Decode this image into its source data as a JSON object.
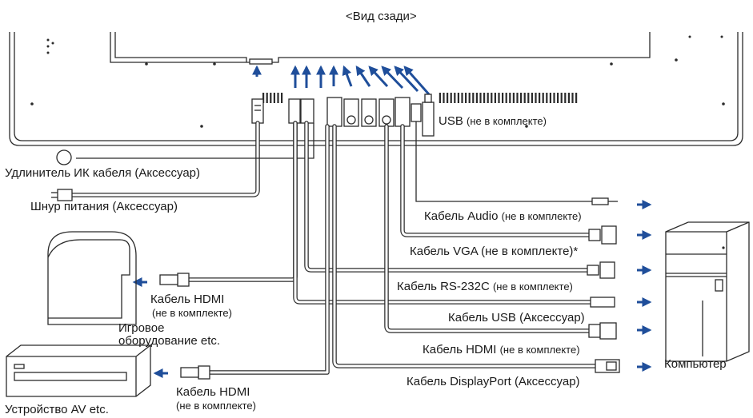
{
  "title": "<Вид сзади>",
  "cables": {
    "ir_extension": "Удлинитель ИК кабеля (Аксессуар)",
    "power_cord": "Шнур питания (Аксессуар)",
    "usb_not_included": "USB",
    "audio": "Кабель Audio",
    "vga": "Кабель VGA",
    "vga_suffix": "*",
    "rs232c": "Кабель RS-232C",
    "usb_accessory": "Кабель USB (Аксессуар)",
    "hdmi_pc": "Кабель HDMI",
    "displayport": "Кабель DisplayPort (Аксессуар)",
    "hdmi_game": "Кабель HDMI",
    "hdmi_av": "Кабель HDMI"
  },
  "not_included": "(не в комплекте)",
  "not_included_inline": "(не в комплекте)",
  "devices": {
    "game_line1": "Игровое",
    "game_line2": "оборудование etc.",
    "av": "Устройство AV etc.",
    "computer": "Компьютер"
  },
  "colors": {
    "arrow": "#1f4e9a",
    "line": "#2b2b2b"
  }
}
